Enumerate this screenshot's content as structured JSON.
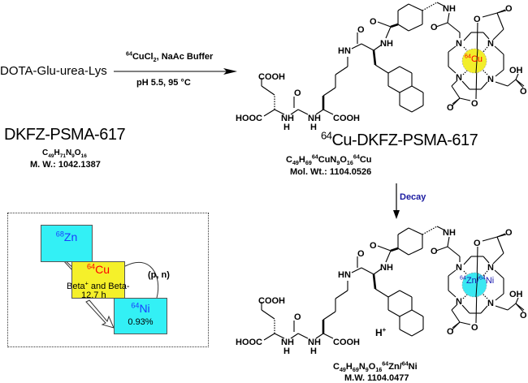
{
  "reaction": {
    "reactant": "DOTA-Glu-urea-Lys",
    "reagent_iso": "64",
    "reagent": "CuCl",
    "reagent_sub": "2",
    "reagent_rest": ", NaAc Buffer",
    "conditions": "pH 5.5, 95 °C"
  },
  "start_compound": {
    "name": "DKFZ-PSMA-617",
    "formula_parts": [
      "C",
      "49",
      "H",
      "71",
      "N",
      "9",
      "O",
      "16"
    ],
    "mw": "M. W.: 1042.1387"
  },
  "product": {
    "iso": "64",
    "name": "Cu-DKFZ-PSMA-617",
    "formula": [
      "C",
      "49",
      "H",
      "69",
      "64",
      "CuN",
      "9",
      "O",
      "16",
      "64",
      "Cu"
    ],
    "mw": "Mol. Wt.: 1104.0526",
    "metal_iso": "64",
    "metal": "Cu"
  },
  "decay": {
    "label": "Decay",
    "color": "#1a1aa0"
  },
  "decay_product": {
    "formula": [
      "C",
      "49",
      "H",
      "69",
      "N",
      "9",
      "O",
      "16",
      "64",
      "Zn/",
      "64",
      "Ni"
    ],
    "mw": "M.W. 1104.0477",
    "proton": "H",
    "proton_charge": "+",
    "metal_iso1": "64",
    "metal1": "Zn/",
    "metal_iso2": "64",
    "metal2": "Ni"
  },
  "atoms": {
    "hooc": "HOOC",
    "cooh": "COOH",
    "nh": "NH",
    "hn": "HN",
    "h": "H",
    "o": "O",
    "n": "N",
    "oh": "OH"
  },
  "decay_scheme": {
    "zn": {
      "iso": "68",
      "el": "Zn"
    },
    "cu": {
      "iso": "64",
      "el": "Cu",
      "mode": "Beta",
      "mode_sup": "+",
      "mode_rest": " and Beta-",
      "half_life": "12.7 h"
    },
    "ni": {
      "iso": "64",
      "el": "Ni",
      "abundance": "0.93%"
    },
    "reaction": "(p, n)",
    "colors": {
      "cyan": "#33f0f5",
      "yellow": "#f5f02a",
      "iso_blue": "#1a3cff",
      "iso_red": "#ff0000"
    }
  }
}
